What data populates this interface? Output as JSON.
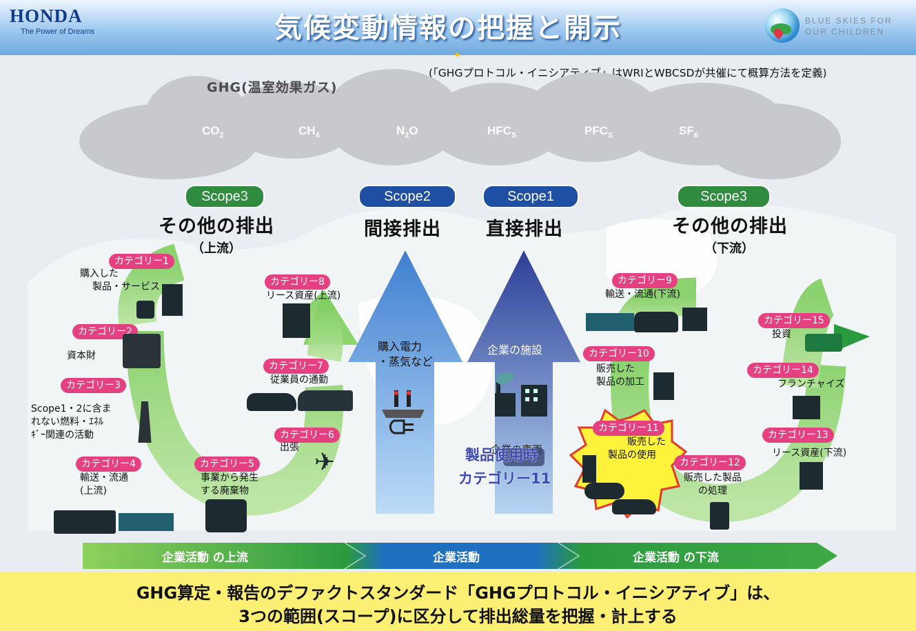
{
  "header": {
    "brand": "HONDA",
    "tagline": "The Power of Dreams",
    "title": "気候変動情報の把握と開示",
    "partner_logo_text_1": "BLUE SKIES FOR",
    "partner_logo_text_2": "OUR CHILDREN"
  },
  "note": "(「GHGプロトコル・イニシアティブ」はWRIとWBCSDが共催にて概算方法を定義)",
  "ghg": {
    "label": "GHG(温室効果ガス)",
    "gases": [
      {
        "main": "CO",
        "sub": "2"
      },
      {
        "main": "CH",
        "sub": "4"
      },
      {
        "main": "N",
        "sub": "2",
        "tail": "O"
      },
      {
        "main": "HFC",
        "sub": "S"
      },
      {
        "main": "PFC",
        "sub": "S"
      },
      {
        "main": "SF",
        "sub": "6"
      }
    ]
  },
  "scopes": {
    "left": {
      "label": "Scope3",
      "title": "その他の排出",
      "sub": "（上流）"
    },
    "scope2": {
      "label": "Scope2",
      "title": "間接排出",
      "box": [
        "購入電力",
        "・蒸気など"
      ]
    },
    "scope1": {
      "label": "Scope1",
      "title": "直接排出",
      "box": "企業の施設",
      "vehicle": "企業の車両"
    },
    "right": {
      "label": "Scope3",
      "title": "その他の排出",
      "sub": "（下流）"
    }
  },
  "overlay": {
    "line1": "製品使用時",
    "line2": "カテゴリー11"
  },
  "categories": {
    "c1": {
      "label": "カテゴリー1",
      "desc": [
        "購入した",
        "製品・サービス"
      ]
    },
    "c2": {
      "label": "カテゴリー2",
      "desc": [
        "資本財"
      ]
    },
    "c3": {
      "label": "カテゴリー3",
      "desc": [
        "Scope1・2に含ま",
        "れない燃料・ｴﾈﾙ",
        "ｷﾞｰ関連の活動"
      ]
    },
    "c4": {
      "label": "カテゴリー4",
      "desc": [
        "輸送・流通",
        "(上流)"
      ]
    },
    "c5": {
      "label": "カテゴリー5",
      "desc": [
        "事業から発生",
        "する廃棄物"
      ]
    },
    "c6": {
      "label": "カテゴリー6",
      "desc": [
        "出張"
      ]
    },
    "c7": {
      "label": "カテゴリー7",
      "desc": [
        "従業員の通勤"
      ]
    },
    "c8": {
      "label": "カテゴリー8",
      "desc": [
        "リース資産(上流)"
      ]
    },
    "c9": {
      "label": "カテゴリー9",
      "desc": [
        "輸送・流通(下流)"
      ]
    },
    "c10": {
      "label": "カテゴリー10",
      "desc": [
        "販売した",
        "製品の加工"
      ]
    },
    "c11": {
      "label": "カテゴリー11",
      "desc": [
        "販売した",
        "製品の使用"
      ]
    },
    "c12": {
      "label": "カテゴリー12",
      "desc": [
        "販売した製品",
        "の処理"
      ]
    },
    "c13": {
      "label": "カテゴリー13",
      "desc": [
        "リース資産(下流)"
      ]
    },
    "c14": {
      "label": "カテゴリー14",
      "desc": [
        "フランチャイズ"
      ]
    },
    "c15": {
      "label": "カテゴリー15",
      "desc": [
        "投資"
      ]
    }
  },
  "band": {
    "upstream": "企業活動 の上流",
    "core": "企業活動",
    "downstream": "企業活動 の下流"
  },
  "footer": {
    "line1": "GHG算定・報告のデファクトスタンダード「GHGプロトコル・イニシアティブ」は、",
    "line2": "3つの範囲(スコープ)に区分して排出総量を把握・計上する"
  },
  "colors": {
    "scope3": "#2f8b3e",
    "scope12": "#1f4fa3",
    "category_chip": "#e5407f",
    "cycle_arrow": "#8cd46e",
    "footer_bg": "#fbef74"
  }
}
